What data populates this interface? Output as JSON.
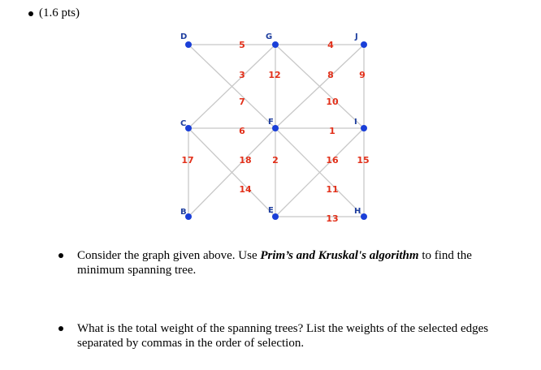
{
  "header": {
    "points": "(1.6 pts)"
  },
  "graph": {
    "nodes": [
      {
        "id": "D",
        "label": "D"
      },
      {
        "id": "G",
        "label": "G"
      },
      {
        "id": "J",
        "label": "J"
      },
      {
        "id": "C",
        "label": "C"
      },
      {
        "id": "F",
        "label": "F"
      },
      {
        "id": "I",
        "label": "I"
      },
      {
        "id": "B",
        "label": "B"
      },
      {
        "id": "E",
        "label": "E"
      },
      {
        "id": "H",
        "label": "H"
      }
    ],
    "edges": [
      {
        "from": "D",
        "to": "G",
        "weight": "5"
      },
      {
        "from": "G",
        "to": "J",
        "weight": "4"
      },
      {
        "from": "D",
        "to": "F",
        "weight": "7"
      },
      {
        "from": "G",
        "to": "C",
        "weight": "3"
      },
      {
        "from": "G",
        "to": "F",
        "weight": "12"
      },
      {
        "from": "G",
        "to": "I",
        "weight": "8"
      },
      {
        "from": "J",
        "to": "F",
        "weight": "10"
      },
      {
        "from": "J",
        "to": "I",
        "weight": "9"
      },
      {
        "from": "C",
        "to": "F",
        "weight": "6"
      },
      {
        "from": "F",
        "to": "I",
        "weight": "1"
      },
      {
        "from": "C",
        "to": "B",
        "weight": "17"
      },
      {
        "from": "C",
        "to": "E",
        "weight": "18"
      },
      {
        "from": "F",
        "to": "E",
        "weight": "2"
      },
      {
        "from": "F",
        "to": "B",
        "weight": "14"
      },
      {
        "from": "F",
        "to": "H",
        "weight": "16"
      },
      {
        "from": "I",
        "to": "E",
        "weight": "11"
      },
      {
        "from": "I",
        "to": "H",
        "weight": "15"
      },
      {
        "from": "E",
        "to": "H",
        "weight": "13"
      }
    ]
  },
  "questions": {
    "q1": {
      "before": "Consider the graph given above. Use ",
      "emphasis": "Prim’s and Kruskal's algorithm",
      "after": " to find the minimum spanning tree."
    },
    "q2": {
      "text": "What is the total weight of the spanning trees? List the weights of the selected edges separated by commas in the order of selection."
    }
  },
  "colors": {
    "node": "#1a3fd8",
    "edge": "#c8c8c8",
    "weight": "#e2301a",
    "node_label": "#1f3f9f"
  }
}
